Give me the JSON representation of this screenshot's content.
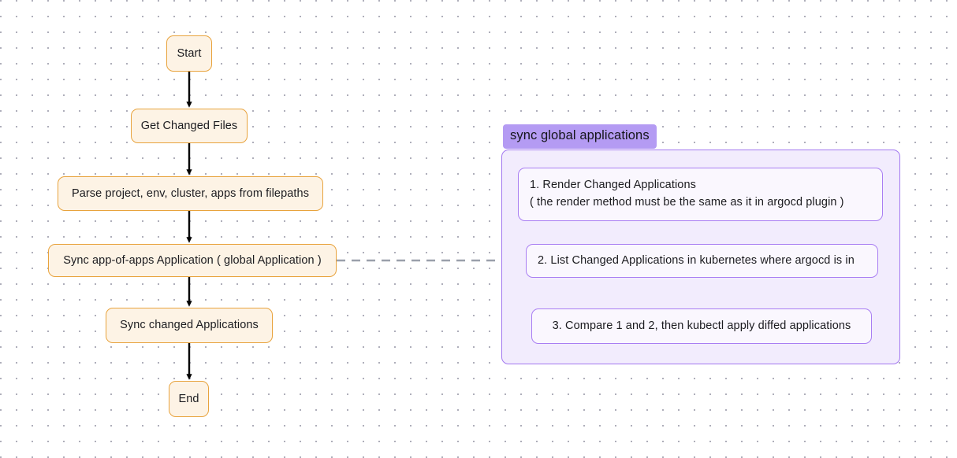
{
  "diagram": {
    "type": "flowchart",
    "background": "#ffffff",
    "grid_dots": true,
    "colors": {
      "flow_node_border": "#e8a33d",
      "flow_node_fill": "#fdf3e5",
      "subgraph_border": "#a378f0",
      "subgraph_fill": "#f2ecfd",
      "subgraph_title_fill": "#b49bf3",
      "purple_node_border": "#a97ef3",
      "purple_node_fill": "#faf7fe",
      "flow_arrow": "#000000",
      "subgraph_arrow": "#a0a4ae",
      "dashed_link": "#9aa0ab"
    },
    "main_flow": {
      "nodes": [
        {
          "id": "start",
          "label": "Start"
        },
        {
          "id": "get-changed-files",
          "label": "Get Changed Files"
        },
        {
          "id": "parse-filepaths",
          "label": "Parse project, env, cluster, apps from filepaths"
        },
        {
          "id": "sync-app-of-apps",
          "label": "Sync app-of-apps Application ( global Application )"
        },
        {
          "id": "sync-changed-applications",
          "label": "Sync changed Applications"
        },
        {
          "id": "end",
          "label": "End"
        }
      ],
      "edges": [
        {
          "from": "start",
          "to": "get-changed-files",
          "style": "solid-arrow"
        },
        {
          "from": "get-changed-files",
          "to": "parse-filepaths",
          "style": "solid-arrow"
        },
        {
          "from": "parse-filepaths",
          "to": "sync-app-of-apps",
          "style": "solid-arrow"
        },
        {
          "from": "sync-app-of-apps",
          "to": "sync-changed-applications",
          "style": "solid-arrow"
        },
        {
          "from": "sync-changed-applications",
          "to": "end",
          "style": "solid-arrow"
        },
        {
          "from": "sync-app-of-apps",
          "to": "sync-global-applications",
          "style": "dashed"
        }
      ]
    },
    "subgraph": {
      "title": "sync global applications",
      "nodes": [
        {
          "id": "render-changed-applications",
          "line1": "1. Render Changed Applications",
          "line2": "( the render method must be the same as it in argocd plugin )",
          "label": "1. Render Changed Applications\n( the render method must be the same as it in argocd plugin )"
        },
        {
          "id": "list-changed-applications",
          "label": "2. List Changed Applications in kubernetes where argocd is in"
        },
        {
          "id": "compare-and-apply",
          "label": "3. Compare 1 and 2, then kubectl apply diffed applications"
        }
      ],
      "edges": [
        {
          "from": "render-changed-applications",
          "to": "list-changed-applications",
          "style": "gray-arrow"
        },
        {
          "from": "list-changed-applications",
          "to": "compare-and-apply",
          "style": "gray-arrow"
        }
      ]
    }
  }
}
